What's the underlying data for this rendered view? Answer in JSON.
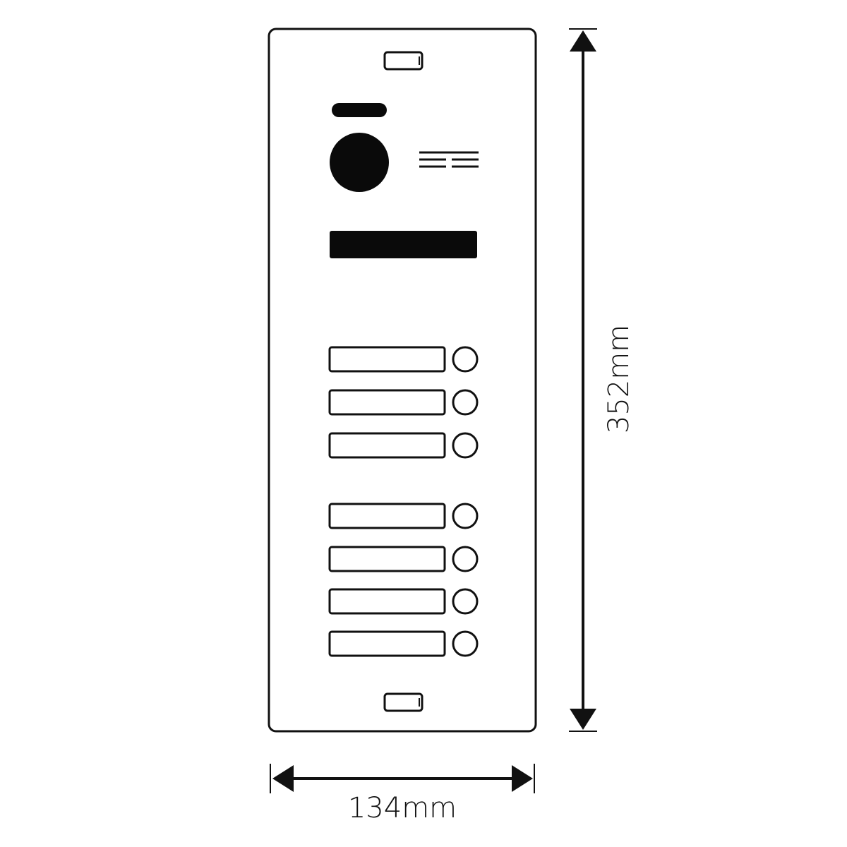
{
  "panel": {
    "name": "door-station-panel",
    "call_buttons": 7,
    "button_groups": [
      3,
      4
    ]
  },
  "dimensions": {
    "height_label": "352mm",
    "width_label": "134mm"
  },
  "colors": {
    "stroke": "#111111",
    "fill_dark": "#0a0a0a",
    "background": "#ffffff"
  }
}
